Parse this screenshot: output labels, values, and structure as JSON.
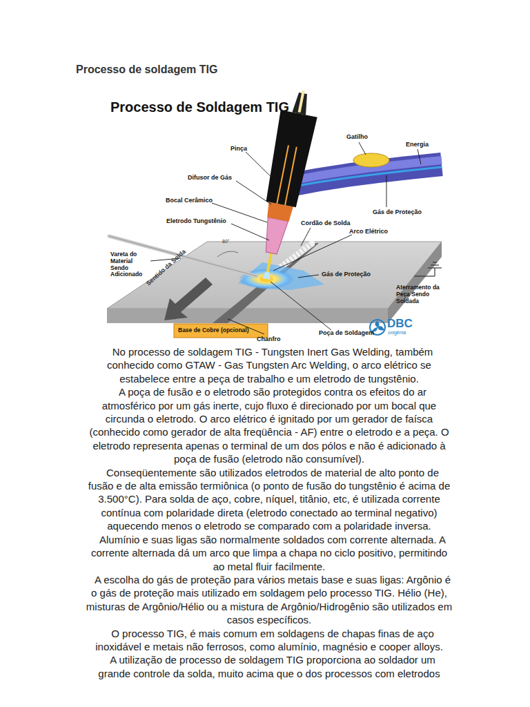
{
  "diagram": {
    "title": "Processo de soldagem TIG",
    "labels": [
      "Processo de Soldagem TIG",
      "Gatilho",
      "Energia",
      "Pinça",
      "Difusor de Gás",
      "Bocal Cerâmico",
      "Eletrodo Tungstênio",
      "Cordão de Solda",
      "Arco Elétrico",
      "Gás de Proteção",
      "Vareta do Material Sendo Adicionado",
      "80°",
      "Sentido da Solda",
      "Gás de Proteção",
      "Aterramento da Peça Sendo Soldada",
      "Base de Cobre (opcional)",
      "Chanfro",
      "Poça de Soldagem",
      "DBC",
      "oxigênia",
      "No processo de soldagem TIG - Tungsten Inert Gas Welding, também conhecido como GTAW - Gas Tungsten Arc Welding, o arco elétrico se estabelece entre a peça de trabalho e um eletrodo de tungstênio.",
      "A poça de fusão e o eletrodo são protegidos contra os efeitos do ar atmosférico por um gás inerte, cujo fluxo é direcionado por um bocal que circunda o eletrodo. O arco elétrico é ignitado por um gerador de faísca (conhecido como gerador de alta freqüência - AF) entre o eletrodo e a peça. O eletrodo representa apenas o terminal de um dos pólos e não é adicionado à poça de fusão (eletrodo não consumível).",
      "Conseqüentemente são utilizados eletrodos de material de alto ponto de fusão e de alta emissão termiônica (o ponto de fusão do tungstênio é acima de 3.500°C). Para solda de aço, cobre, níquel, titânio, etc, é utilizada corrente contínua com polaridade direta (eletrodo conectado ao terminal negativo) aquecendo menos o eletrodo se comparado com a polaridade inversa.",
      "Alumínio e suas ligas são normalmente soldados com corrente alternada. A corrente alternada dá um arco que limpa a chapa no ciclo positivo, permitindo ao metal fluir facilmente.",
      "A escolha do gás de proteção para vários metais base e suas ligas: Argônio é o gás de proteção mais utilizado em soldagem pelo processo TIG. Hélio (He), misturas de Argônio/Hélio ou a mistura de Argônio/Hidrogênio são utilizados em casos específicos.",
      "O processo TIG, é mais comum em soldagens de chapas finas de aço inoxidável e metais não ferrosos, como alumínio, magnésio e cooper alloys.",
      "A utilização de processo de soldagem TIG proporciona ao soldador um grande controle da solda, muito acima que o dos processos com eletrodos"
    ]
  }
}
